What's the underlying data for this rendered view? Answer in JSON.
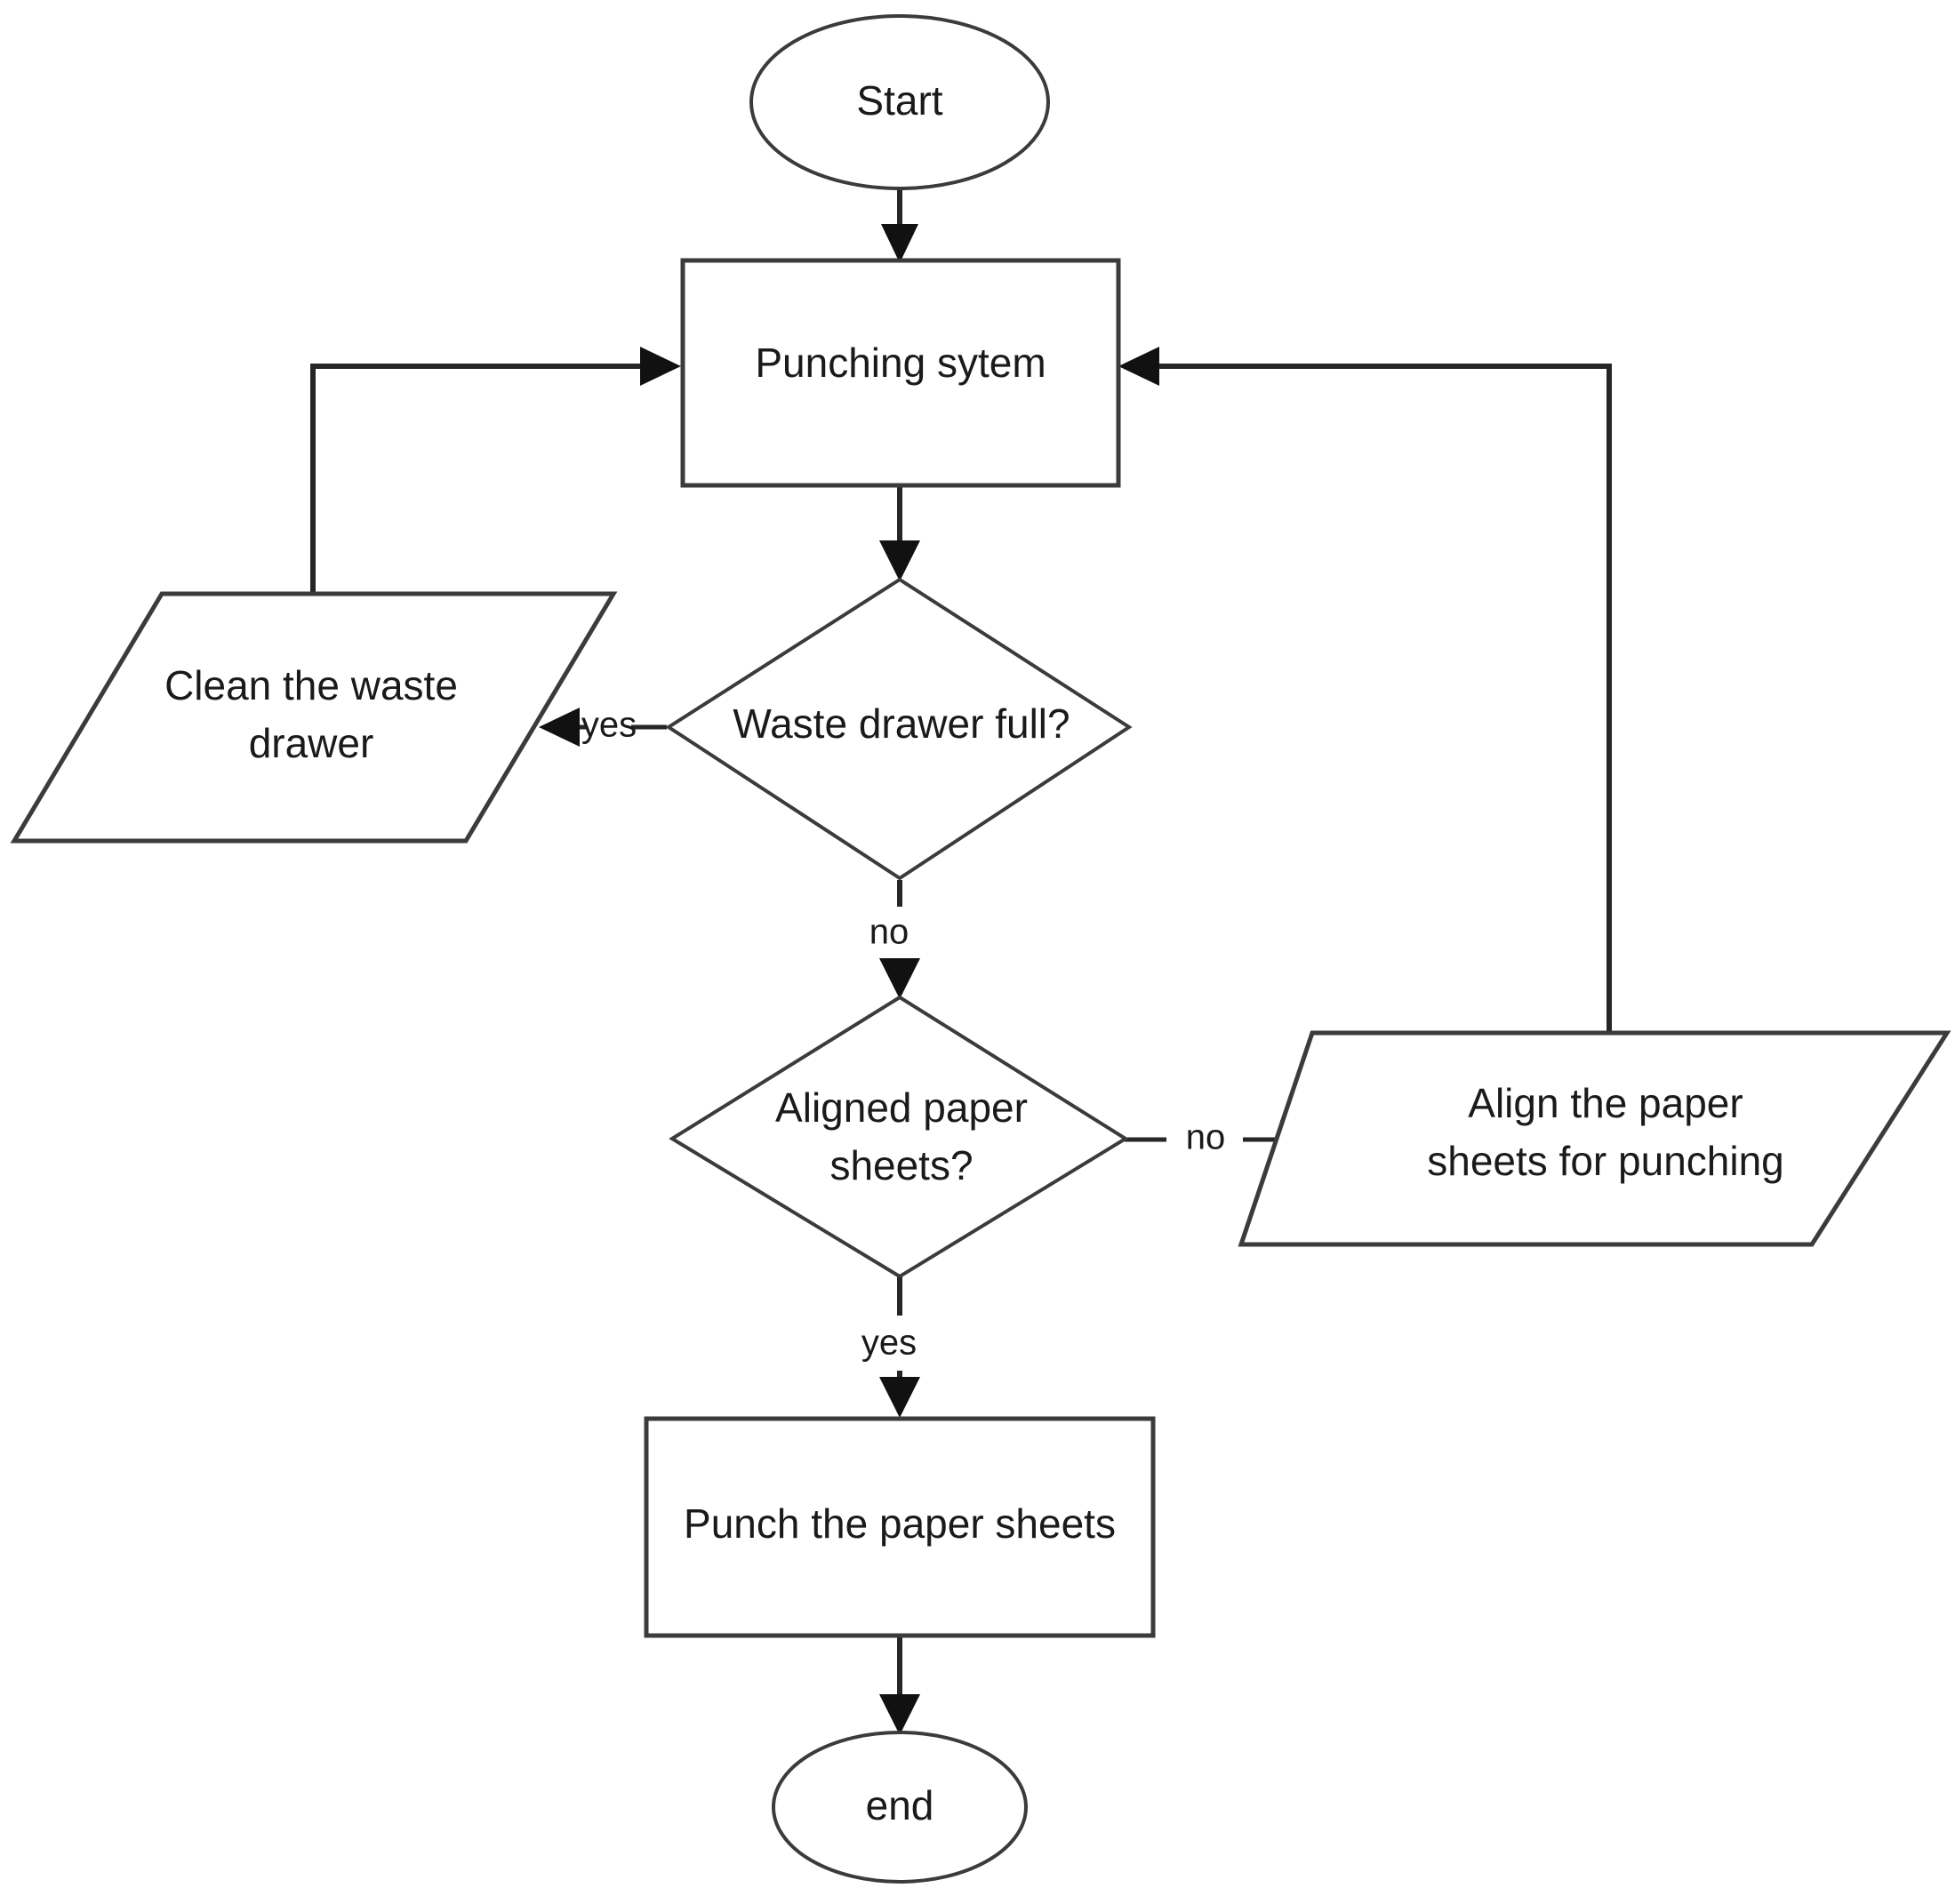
{
  "diagram": {
    "title": "Punching system flowchart",
    "background_color": "#ffffff",
    "shape_stroke_color": "#3b3b3b",
    "edge_color": "#262626",
    "text_color": "#1a1a1a"
  },
  "nodes": {
    "start": {
      "label": "Start",
      "shape": "ellipse"
    },
    "punching_system": {
      "label": "Punching sytem",
      "shape": "rectangle"
    },
    "waste_drawer_full": {
      "label": "Waste drawer full?",
      "shape": "diamond"
    },
    "clean_waste_drawer": {
      "label_line1": "Clean the waste",
      "label_line2": "drawer",
      "shape": "parallelogram"
    },
    "aligned_paper_sheets": {
      "label_line1": "Aligned paper",
      "label_line2": "sheets?",
      "shape": "diamond"
    },
    "align_paper_sheets": {
      "label_line1": "Align the paper",
      "label_line2": "sheets for punching",
      "shape": "parallelogram"
    },
    "punch_paper_sheets": {
      "label": "Punch the paper sheets",
      "shape": "rectangle"
    },
    "end": {
      "label": "end",
      "shape": "ellipse"
    }
  },
  "edge_labels": {
    "waste_full_yes": "yes",
    "waste_full_no": "no",
    "aligned_no": "no",
    "aligned_yes": "yes"
  }
}
